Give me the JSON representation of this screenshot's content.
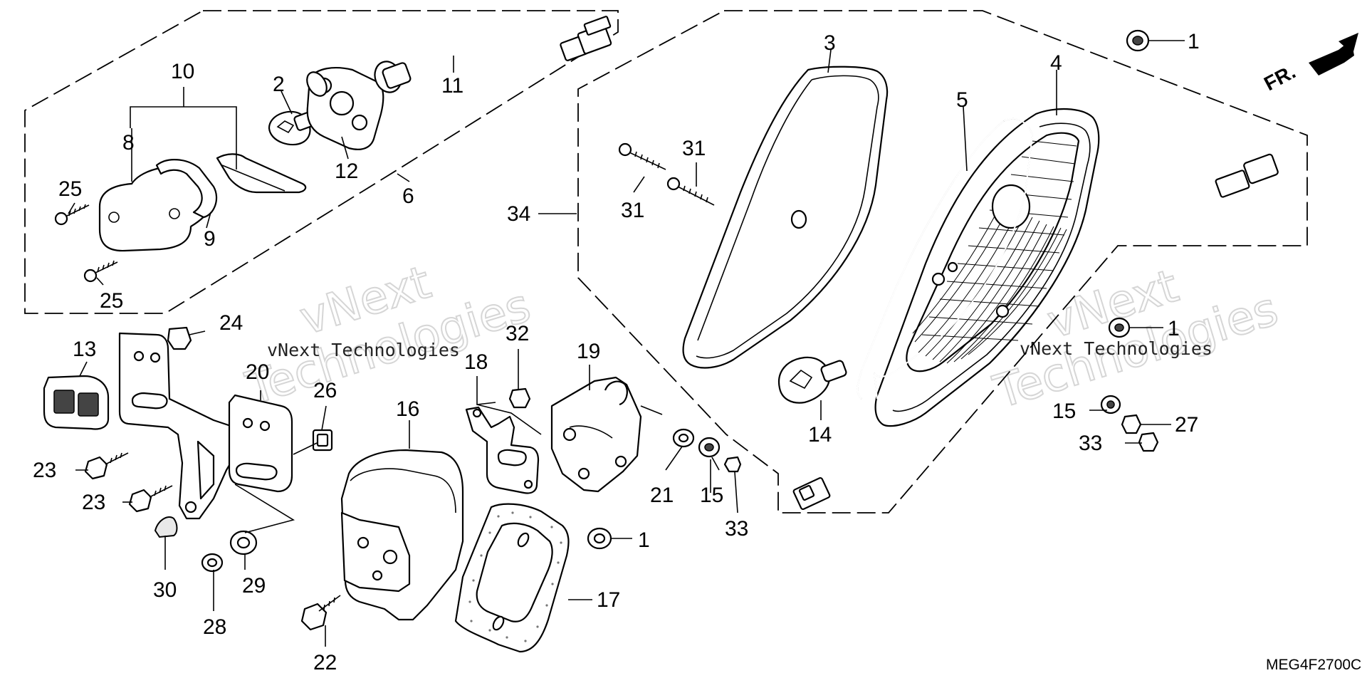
{
  "diagram": {
    "drawing_code": "MEG4F2700C",
    "direction_marker": "FR.",
    "watermark_logo": "vNext Technologies",
    "watermark_caption": "vNext Technologies",
    "callouts": [
      {
        "id": "c1a",
        "label": "1"
      },
      {
        "id": "c1b",
        "label": "1"
      },
      {
        "id": "c1c",
        "label": "1"
      },
      {
        "id": "c2",
        "label": "2"
      },
      {
        "id": "c3",
        "label": "3"
      },
      {
        "id": "c4",
        "label": "4"
      },
      {
        "id": "c5",
        "label": "5"
      },
      {
        "id": "c6",
        "label": "6"
      },
      {
        "id": "c8",
        "label": "8"
      },
      {
        "id": "c9",
        "label": "9"
      },
      {
        "id": "c10",
        "label": "10"
      },
      {
        "id": "c11",
        "label": "11"
      },
      {
        "id": "c12",
        "label": "12"
      },
      {
        "id": "c13",
        "label": "13"
      },
      {
        "id": "c14",
        "label": "14"
      },
      {
        "id": "c15a",
        "label": "15"
      },
      {
        "id": "c15b",
        "label": "15"
      },
      {
        "id": "c16",
        "label": "16"
      },
      {
        "id": "c17",
        "label": "17"
      },
      {
        "id": "c18",
        "label": "18"
      },
      {
        "id": "c19",
        "label": "19"
      },
      {
        "id": "c20",
        "label": "20"
      },
      {
        "id": "c21",
        "label": "21"
      },
      {
        "id": "c22",
        "label": "22"
      },
      {
        "id": "c23a",
        "label": "23"
      },
      {
        "id": "c23b",
        "label": "23"
      },
      {
        "id": "c24",
        "label": "24"
      },
      {
        "id": "c25a",
        "label": "25"
      },
      {
        "id": "c25b",
        "label": "25"
      },
      {
        "id": "c26",
        "label": "26"
      },
      {
        "id": "c27",
        "label": "27"
      },
      {
        "id": "c28",
        "label": "28"
      },
      {
        "id": "c29",
        "label": "29"
      },
      {
        "id": "c30",
        "label": "30"
      },
      {
        "id": "c31a",
        "label": "31"
      },
      {
        "id": "c31b",
        "label": "31"
      },
      {
        "id": "c32",
        "label": "32"
      },
      {
        "id": "c33a",
        "label": "33"
      },
      {
        "id": "c33b",
        "label": "33"
      },
      {
        "id": "c34",
        "label": "34"
      }
    ]
  }
}
